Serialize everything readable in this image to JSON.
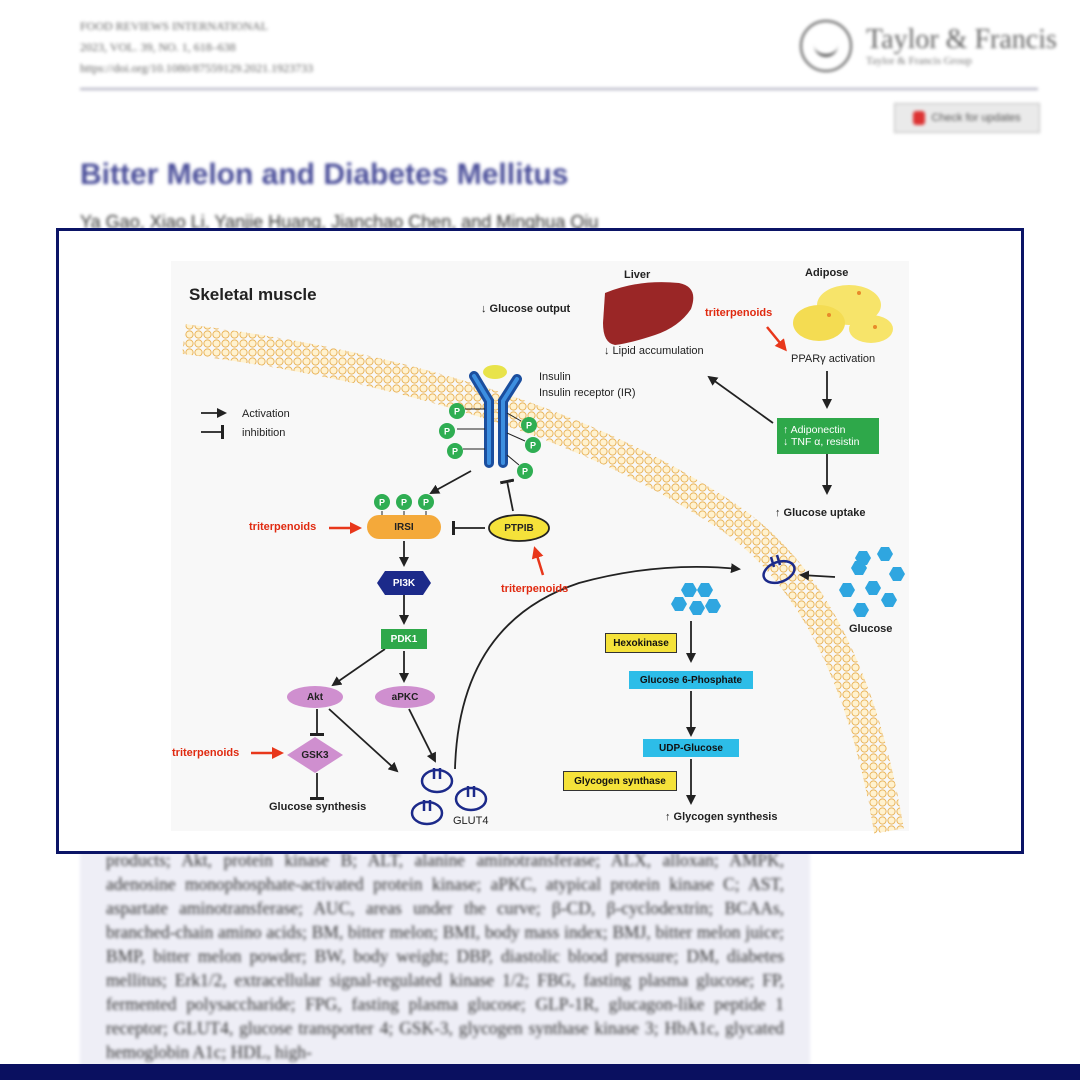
{
  "header": {
    "journal_name": "FOOD REVIEWS INTERNATIONAL",
    "volume_info": "2023, VOL. 39, NO. 1, 618–638",
    "doi": "https://doi.org/10.1080/87559129.2021.1923733",
    "publisher": "Taylor & Francis",
    "publisher_group": "Taylor & Francis Group",
    "check_updates": "Check for updates"
  },
  "paper": {
    "title": "Bitter Melon and Diabetes Mellitus",
    "authors": "Ya Gao, Xiao Li, Yanjie Huang, Jianchao Chen, and Minghua Qiu"
  },
  "abbreviations_text": "products; Akt, protein kinase B; ALT, alanine aminotransferase; ALX, alloxan; AMPK, adenosine monophosphate-activated protein kinase; aPKC, atypical protein kinase C; AST, aspartate aminotransferase; AUC, areas under the curve; β-CD, β-cyclodextrin; BCAAs, branched-chain amino acids; BM, bitter melon; BMI, body mass index; BMJ, bitter melon juice; BMP, bitter melon powder; BW, body weight; DBP, diastolic blood pressure; DM, diabetes mellitus; Erk1/2, extracellular signal-regulated kinase 1/2; FBG, fasting plasma glucose; FP, fermented polysaccharide; FPG, fasting plasma glucose; GLP-1R, glucagon-like peptide 1 receptor; GLUT4, glucose transporter 4; GSK-3, glycogen synthase kinase 3; HbA1c, glycated hemoglobin A1c; HDL, high-",
  "figure": {
    "title": "Skeletal muscle",
    "liver": "Liver",
    "adipose": "Adipose",
    "glucose_output": "↓ Glucose output",
    "lipid_accumulation": "↓ Lipid accumulation",
    "triterpenoids": "triterpenoids",
    "ppar": "PPARγ activation",
    "insulin": "Insulin",
    "insulin_receptor": "Insulin receptor (IR)",
    "legend_activation": "Activation",
    "legend_inhibition": "inhibition",
    "adiponectin": "↑ Adiponectin",
    "tnf": "↓ TNF α, resistin",
    "glucose_uptake": "↑ Glucose uptake",
    "irs1": "IRSI",
    "ptp1b": "PTPIB",
    "pi3k": "PI3K",
    "pdk1": "PDK1",
    "akt": "Akt",
    "apkc": "aPKC",
    "gsk3": "GSK3",
    "glucose_synthesis": "Glucose synthesis",
    "glut4": "GLUT4",
    "glucose": "Glucose",
    "hexokinase": "Hexokinase",
    "g6p": "Glucose 6-Phosphate",
    "udp_glucose": "UDP-Glucose",
    "glycogen_synthase": "Glycogen synthase",
    "glycogen_synthesis": "↑ Glycogen synthesis",
    "p": "P"
  }
}
